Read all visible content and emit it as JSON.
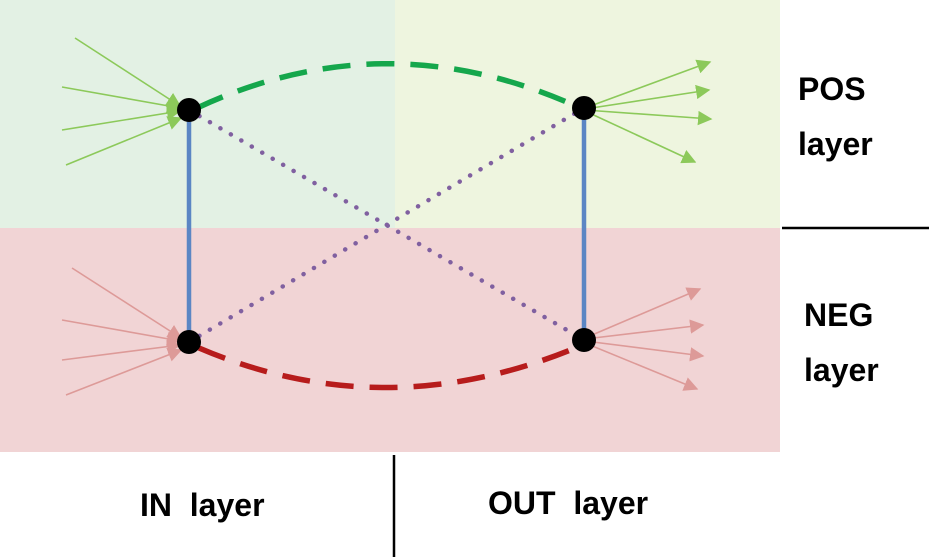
{
  "labels": {
    "pos_line1": "POS",
    "pos_line2": "layer",
    "neg_line1": "NEG",
    "neg_line2": "layer",
    "in_layer": "IN  layer",
    "out_layer": "OUT  layer"
  },
  "colors": {
    "pos_in_region": "#e3f1e4",
    "pos_out_region": "#eef5df",
    "neg_region": "#f1d4d5",
    "pos_arrows": "#8cc95a",
    "neg_arrows": "#dd9a98",
    "pos_curve": "#15a74c",
    "neg_curve": "#b71c1c",
    "cross_links": "#8060a0",
    "vertical_links": "#5b86c4",
    "nodes": "#000000",
    "dividers": "#000000"
  }
}
